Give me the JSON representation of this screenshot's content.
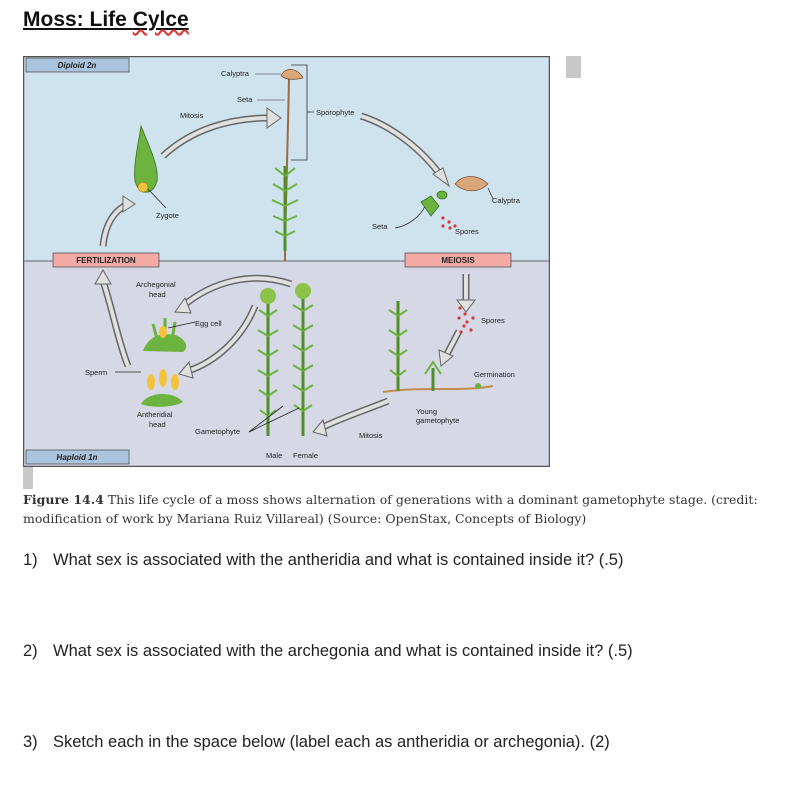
{
  "doc": {
    "title_prefix": "Moss: Life ",
    "title_misspelled": "Cylce"
  },
  "figure": {
    "diploid_label": "Diploid 2n",
    "haploid_label": "Haploid 1n",
    "fertilization_label": "FERTILIZATION",
    "meiosis_label": "MEIOSIS",
    "labels": {
      "calyptra_top": "Calyptra",
      "seta_top": "Seta",
      "sporophyte": "Sporophyte",
      "mitosis_top": "Mitosis",
      "zygote": "Zygote",
      "seta_right": "Seta",
      "calyptra_right": "Calyptra",
      "spores_top": "Spores",
      "archegonial_head_1": "Archegonial",
      "archegonial_head_2": "head",
      "egg_cell": "Egg cell",
      "sperm": "Sperm",
      "antheridial_head_1": "Antheridial",
      "antheridial_head_2": "head",
      "gametophyte": "Gametophyte",
      "male": "Male",
      "female": "Female",
      "mitosis_bottom": "Mitosis",
      "young_gametophyte_1": "Young",
      "young_gametophyte_2": "gametophyte",
      "germination": "Germination",
      "spores_bottom": "Spores"
    }
  },
  "caption": {
    "figure_num": "Figure 14.4",
    "text": " This life cycle of a moss shows alternation of generations with a dominant gametophyte stage. (credit: modification of work by Mariana Ruiz Villareal) (Source: OpenStax, Concepts of Biology)"
  },
  "questions": [
    {
      "num": "1)",
      "text": "What sex is associated with the antheridia and what is contained inside it? (.5)"
    },
    {
      "num": "2)",
      "text": "What sex is associated with the archegonia and what is contained inside it? (.5)"
    },
    {
      "num": "3)",
      "text": "Sketch each in the space below (label each as antheridia or archegonia). (2)"
    }
  ],
  "colors": {
    "diploid_bg": "#cfe3ef",
    "haploid_bg": "#d6d8e6",
    "label_red": "#f4aaa4",
    "label_blue": "#aac4de",
    "plant_green": "#6cb33f",
    "calyptra_tan": "#d9a77a",
    "spore_red": "#d8393b"
  }
}
